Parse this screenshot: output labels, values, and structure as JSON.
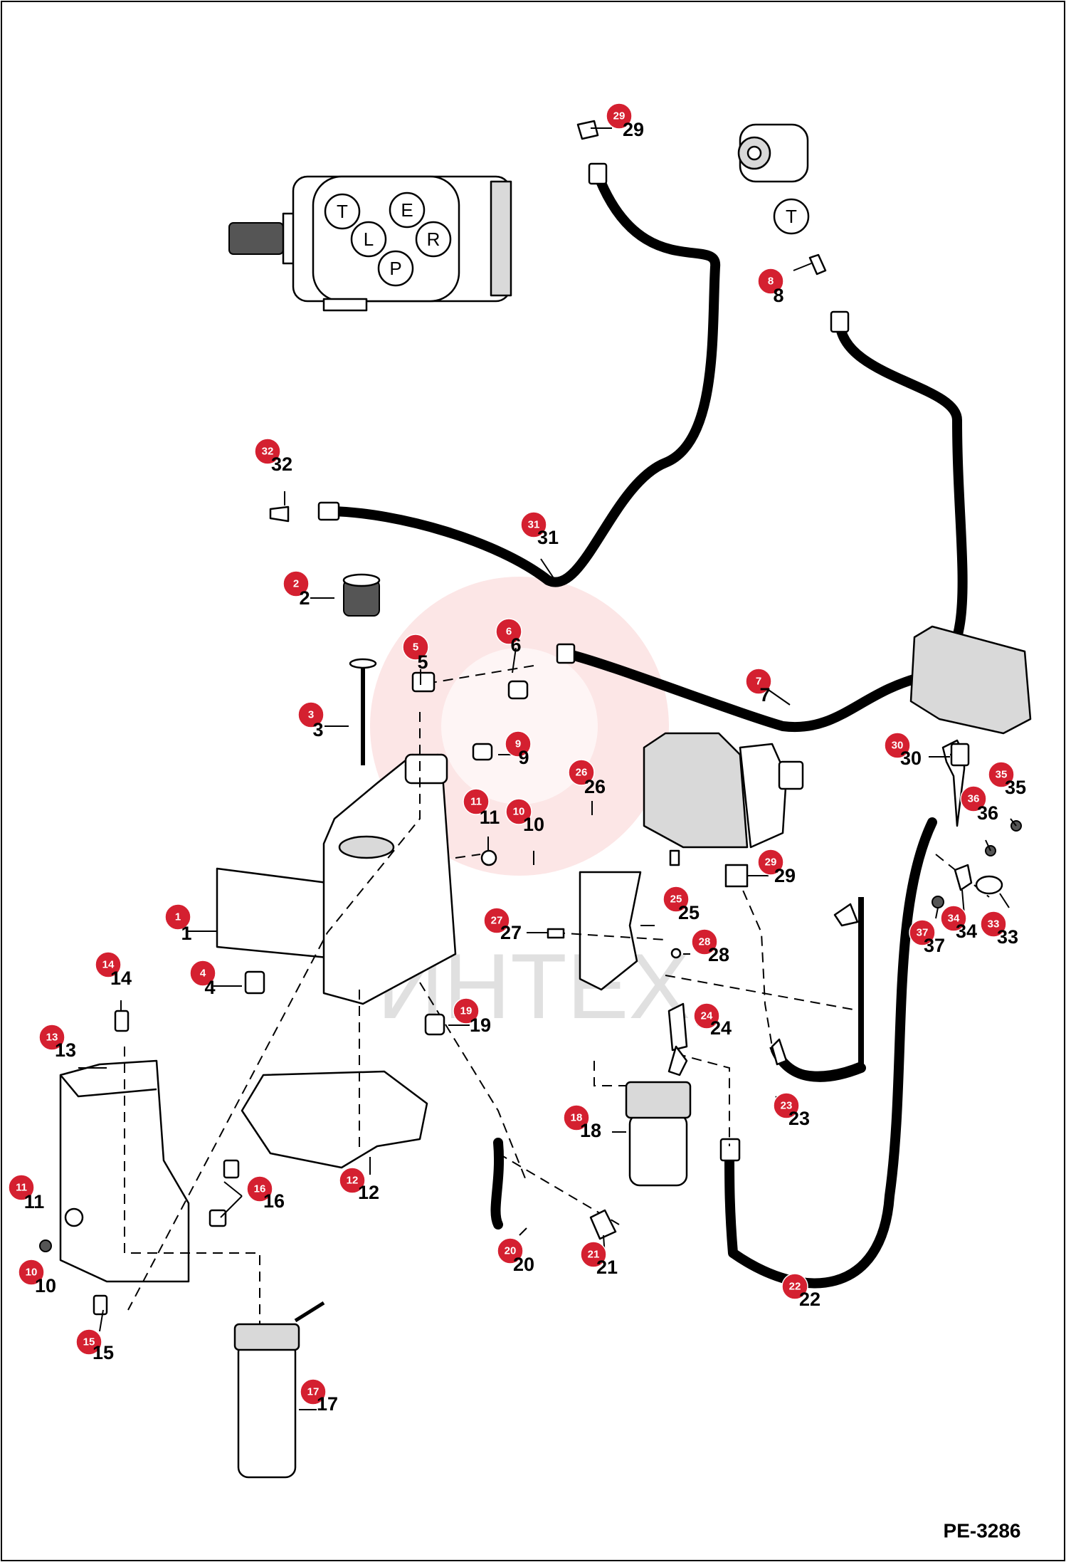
{
  "diagram_code": "PE-3286",
  "watermark_text": "ИНТЕХ",
  "valve_port_labels": [
    "T",
    "E",
    "L",
    "R",
    "P"
  ],
  "tee_label": "T",
  "callouts": [
    {
      "n": "1"
    },
    {
      "n": "2"
    },
    {
      "n": "3"
    },
    {
      "n": "4"
    },
    {
      "n": "5"
    },
    {
      "n": "6"
    },
    {
      "n": "7"
    },
    {
      "n": "8"
    },
    {
      "n": "9"
    },
    {
      "n": "10"
    },
    {
      "n": "10"
    },
    {
      "n": "11"
    },
    {
      "n": "11"
    },
    {
      "n": "12"
    },
    {
      "n": "13"
    },
    {
      "n": "14"
    },
    {
      "n": "15"
    },
    {
      "n": "16"
    },
    {
      "n": "17"
    },
    {
      "n": "18"
    },
    {
      "n": "19"
    },
    {
      "n": "20"
    },
    {
      "n": "21"
    },
    {
      "n": "22"
    },
    {
      "n": "23"
    },
    {
      "n": "24"
    },
    {
      "n": "25"
    },
    {
      "n": "26"
    },
    {
      "n": "27"
    },
    {
      "n": "28"
    },
    {
      "n": "29"
    },
    {
      "n": "29"
    },
    {
      "n": "30"
    },
    {
      "n": "31"
    },
    {
      "n": "32"
    },
    {
      "n": "33"
    },
    {
      "n": "34"
    },
    {
      "n": "35"
    },
    {
      "n": "36"
    },
    {
      "n": "37"
    }
  ],
  "colors": {
    "badge": "#d42030",
    "watermark": "#e8403f"
  }
}
